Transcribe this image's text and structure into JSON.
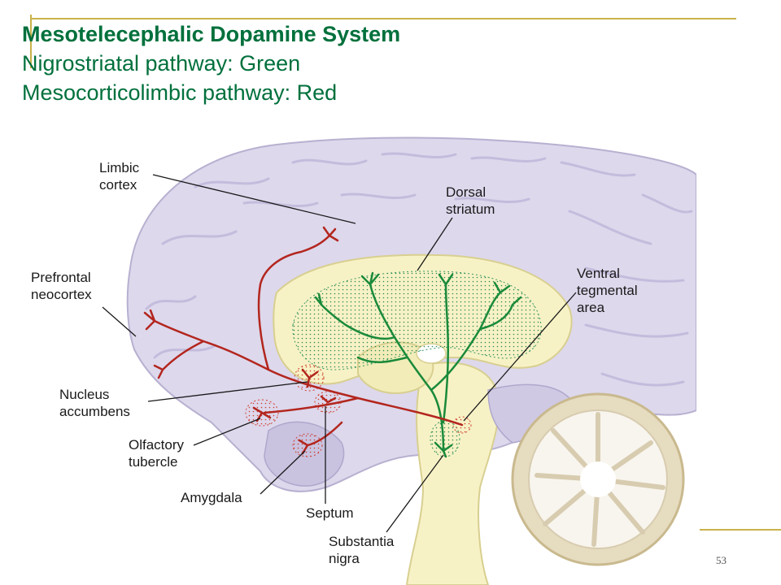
{
  "slide": {
    "title": "Mesotelecephalic Dopamine System",
    "line2": "Nigrostriatal pathway: Green",
    "line3": "Mesocorticolimbic pathway: Red",
    "page_number": "53"
  },
  "labels": {
    "limbic_cortex": [
      "Limbic",
      "cortex"
    ],
    "dorsal_striatum": [
      "Dorsal",
      "striatum"
    ],
    "prefrontal_neocortex": [
      "Prefrontal",
      "neocortex"
    ],
    "ventral_tegmental_area": [
      "Ventral",
      "tegmental",
      "area"
    ],
    "nucleus_accumbens": [
      "Nucleus",
      "accumbens"
    ],
    "olfactory_tubercle": [
      "Olfactory",
      "tubercle"
    ],
    "amygdala": [
      "Amygdala"
    ],
    "septum": [
      "Septum"
    ],
    "substantia_nigra": [
      "Substantia",
      "nigra"
    ]
  },
  "colors": {
    "title": "#00703c",
    "accent_line": "#c9b24a",
    "nigrostriatal_pathway": "#1a8a3a",
    "mesocorticolimbic_pathway": "#b3261e",
    "brain_cortex": "#ddd8ec",
    "striatum": "#f5f0c0"
  }
}
